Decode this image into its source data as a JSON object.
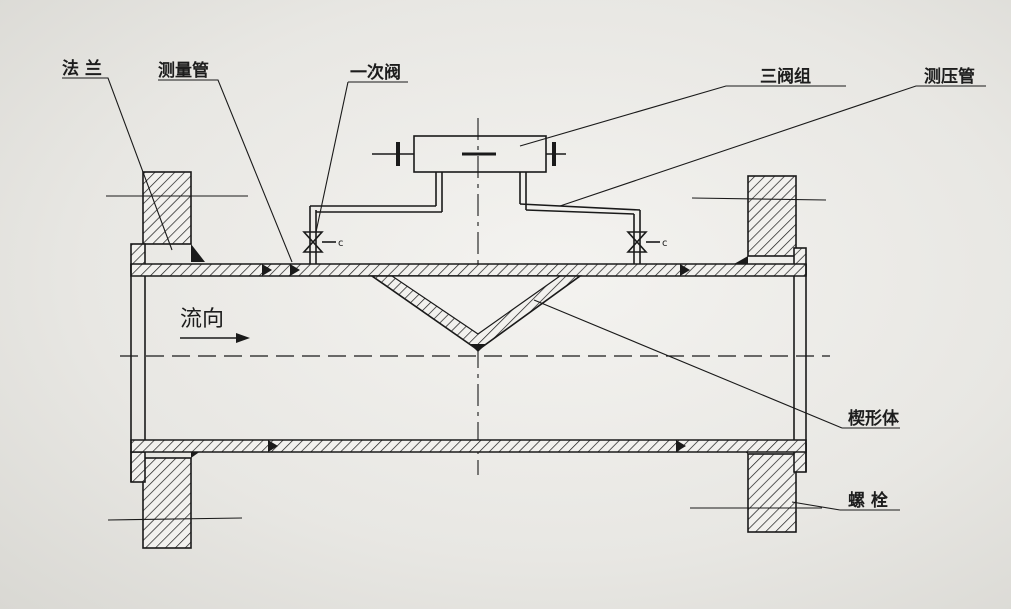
{
  "labels": {
    "flange": "法 兰",
    "measuring_tube": "测量管",
    "primary_valve": "一次阀",
    "three_valve_manifold": "三阀组",
    "pressure_tube": "测压管",
    "flow_direction": "流向",
    "wedge_body": "楔形体",
    "bolt": "螺 栓"
  },
  "colors": {
    "ink": "#1a1a1a",
    "paper": "#f2f1ee"
  }
}
